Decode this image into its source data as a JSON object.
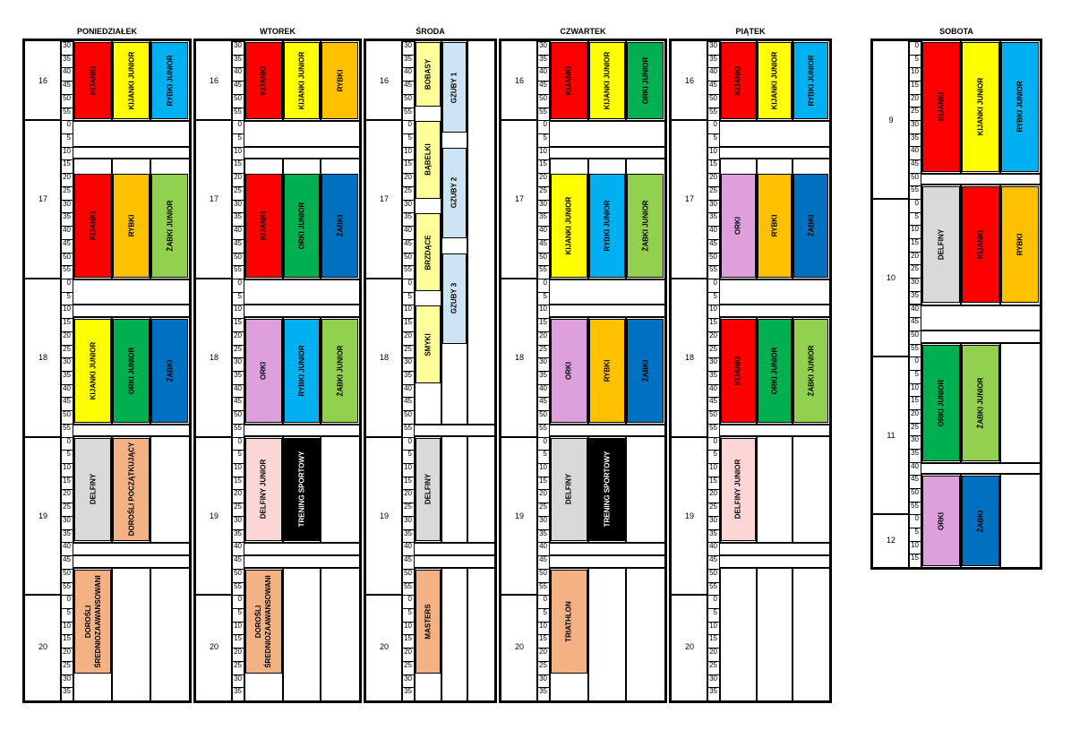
{
  "days": [
    {
      "name": "PONIEDZIAŁEK",
      "hours": [
        "16",
        "17",
        "18",
        "19",
        "20"
      ],
      "blocks": [
        {
          "col": 0,
          "s": 0,
          "e": 6,
          "label": "KIJANKI",
          "color": "#ff0000"
        },
        {
          "col": 1,
          "s": 0,
          "e": 6,
          "label": "KIJANKI JUNIOR",
          "color": "#ffff00"
        },
        {
          "col": 2,
          "s": 0,
          "e": 6,
          "label": "RYBKI JUNIOR",
          "color": "#00b0f0"
        },
        {
          "col": 0,
          "s": 10,
          "e": 18,
          "label": "KIJANKI",
          "color": "#ff0000"
        },
        {
          "col": 1,
          "s": 10,
          "e": 18,
          "label": "RYBKI",
          "color": "#ffc000"
        },
        {
          "col": 2,
          "s": 10,
          "e": 18,
          "label": "ŻABKI JUNIOR",
          "color": "#92d050"
        },
        {
          "col": 0,
          "s": 21,
          "e": 29,
          "label": "KIJANKI JUNIOR",
          "color": "#ffff00"
        },
        {
          "col": 1,
          "s": 21,
          "e": 29,
          "label": "ORKI JUNIOR",
          "color": "#00b050"
        },
        {
          "col": 2,
          "s": 21,
          "e": 29,
          "label": "ŻABKI",
          "color": "#0070c0"
        },
        {
          "col": 0,
          "s": 30,
          "e": 38,
          "label": "DELFINY",
          "color": "#d9d9d9"
        },
        {
          "col": 1,
          "s": 30,
          "e": 38,
          "label": "DOROŚLI POCZĄTKUJĄCY",
          "color": "#f4b183"
        },
        {
          "col": 0,
          "s": 40,
          "e": 48,
          "label": "DOROŚLI ŚREDNIOZAAWANSOWANI",
          "color": "#f4b183"
        }
      ],
      "separators": [
        {
          "s": 6,
          "e": 9,
          "line": true
        },
        {
          "s": 18,
          "e": 21,
          "line": true
        },
        {
          "s": 29,
          "e": 30,
          "line": false
        },
        {
          "s": 38,
          "e": 40,
          "line": true
        }
      ]
    },
    {
      "name": "WTOREK",
      "hours": [
        "16",
        "17",
        "18",
        "19",
        "20"
      ],
      "blocks": [
        {
          "col": 0,
          "s": 0,
          "e": 6,
          "label": "KIJANKI",
          "color": "#ff0000"
        },
        {
          "col": 1,
          "s": 0,
          "e": 6,
          "label": "KIJANKI JUNIOR",
          "color": "#ffff00"
        },
        {
          "col": 2,
          "s": 0,
          "e": 6,
          "label": "RYBKI",
          "color": "#ffc000"
        },
        {
          "col": 0,
          "s": 10,
          "e": 18,
          "label": "KIJANKI",
          "color": "#ff0000"
        },
        {
          "col": 1,
          "s": 10,
          "e": 18,
          "label": "ORKI JUNIOR",
          "color": "#00b050"
        },
        {
          "col": 2,
          "s": 10,
          "e": 18,
          "label": "ŻABKI",
          "color": "#0070c0"
        },
        {
          "col": 0,
          "s": 21,
          "e": 29,
          "label": "ORKI",
          "color": "#dda0dd"
        },
        {
          "col": 1,
          "s": 21,
          "e": 29,
          "label": "RYBKI JUNIOR",
          "color": "#00b0f0"
        },
        {
          "col": 2,
          "s": 21,
          "e": 29,
          "label": "ŻABKI JUNIOR",
          "color": "#92d050"
        },
        {
          "col": 0,
          "s": 30,
          "e": 38,
          "label": "DELFINY JUNIOR",
          "color": "#ffd6d6"
        },
        {
          "col": 1,
          "s": 30,
          "e": 38,
          "label": "TRENING SPORTOWY",
          "color": "#000000",
          "text": "#ffffff"
        },
        {
          "col": 0,
          "s": 40,
          "e": 48,
          "label": "DOROŚLI ŚREDNIOZAAWANSOWANI",
          "color": "#f4b183"
        }
      ],
      "separators": [
        {
          "s": 6,
          "e": 9,
          "line": true
        },
        {
          "s": 18,
          "e": 21,
          "line": true
        },
        {
          "s": 29,
          "e": 30,
          "line": false
        },
        {
          "s": 38,
          "e": 40,
          "line": true
        }
      ]
    },
    {
      "name": "ŚRODA",
      "hours": [
        "16",
        "17",
        "18",
        "19",
        "20"
      ],
      "blocks": [
        {
          "col": 0,
          "s": 0,
          "e": 5,
          "label": "BOBASY",
          "color": "#ffff99"
        },
        {
          "col": 0,
          "s": 6,
          "e": 12,
          "label": "BĄBELKI",
          "color": "#ffff99"
        },
        {
          "col": 0,
          "s": 13,
          "e": 19,
          "label": "BRZDĄCE",
          "color": "#ffff99"
        },
        {
          "col": 0,
          "s": 20,
          "e": 26,
          "label": "SMYKI",
          "color": "#ffff99"
        },
        {
          "col": 1,
          "s": 0,
          "e": 7,
          "label": "GZUBY 1",
          "color": "#cce5f6"
        },
        {
          "col": 1,
          "s": 8,
          "e": 15,
          "label": "GZUBY 2",
          "color": "#cce5f6"
        },
        {
          "col": 1,
          "s": 16,
          "e": 23,
          "label": "GZUBY 3",
          "color": "#cce5f6"
        },
        {
          "col": 0,
          "s": 30,
          "e": 38,
          "label": "DELFINY",
          "color": "#d9d9d9"
        },
        {
          "col": 0,
          "s": 40,
          "e": 48,
          "label": "MASTERS",
          "color": "#f4b183"
        }
      ],
      "separators": [
        {
          "s": 29,
          "e": 30,
          "line": false
        },
        {
          "s": 38,
          "e": 40,
          "line": true
        }
      ]
    },
    {
      "name": "CZWARTEK",
      "hours": [
        "16",
        "17",
        "18",
        "19",
        "20"
      ],
      "blocks": [
        {
          "col": 0,
          "s": 0,
          "e": 6,
          "label": "KIJANKI",
          "color": "#ff0000"
        },
        {
          "col": 1,
          "s": 0,
          "e": 6,
          "label": "KIJANKI JUNIOR",
          "color": "#ffff00"
        },
        {
          "col": 2,
          "s": 0,
          "e": 6,
          "label": "ORKI JUNIOR",
          "color": "#00b050"
        },
        {
          "col": 0,
          "s": 10,
          "e": 18,
          "label": "KIJANKI JUNIOR",
          "color": "#ffff00"
        },
        {
          "col": 1,
          "s": 10,
          "e": 18,
          "label": "RYBKI JUNIOR",
          "color": "#00b0f0"
        },
        {
          "col": 2,
          "s": 10,
          "e": 18,
          "label": "ŻABKI JUNIOR",
          "color": "#92d050"
        },
        {
          "col": 0,
          "s": 21,
          "e": 29,
          "label": "ORKI",
          "color": "#dda0dd"
        },
        {
          "col": 1,
          "s": 21,
          "e": 29,
          "label": "RYBKI",
          "color": "#ffc000"
        },
        {
          "col": 2,
          "s": 21,
          "e": 29,
          "label": "ŻABKI",
          "color": "#0070c0"
        },
        {
          "col": 0,
          "s": 30,
          "e": 38,
          "label": "DELFINY",
          "color": "#d9d9d9"
        },
        {
          "col": 1,
          "s": 30,
          "e": 38,
          "label": "TRENING SPORTOWY",
          "color": "#000000",
          "text": "#ffffff"
        },
        {
          "col": 0,
          "s": 40,
          "e": 48,
          "label": "TRIATHLON",
          "color": "#f4b183"
        }
      ],
      "separators": [
        {
          "s": 6,
          "e": 9,
          "line": true
        },
        {
          "s": 18,
          "e": 21,
          "line": true
        },
        {
          "s": 29,
          "e": 30,
          "line": false
        },
        {
          "s": 38,
          "e": 40,
          "line": true
        }
      ]
    },
    {
      "name": "PIĄTEK",
      "hours": [
        "16",
        "17",
        "18",
        "19",
        "20"
      ],
      "blocks": [
        {
          "col": 0,
          "s": 0,
          "e": 6,
          "label": "KIJANKI",
          "color": "#ff0000"
        },
        {
          "col": 1,
          "s": 0,
          "e": 6,
          "label": "KIJANKI JUNIOR",
          "color": "#ffff00"
        },
        {
          "col": 2,
          "s": 0,
          "e": 6,
          "label": "RYBKI JUNIOR",
          "color": "#00b0f0"
        },
        {
          "col": 0,
          "s": 10,
          "e": 18,
          "label": "ORKI",
          "color": "#dda0dd"
        },
        {
          "col": 1,
          "s": 10,
          "e": 18,
          "label": "RYBKI",
          "color": "#ffc000"
        },
        {
          "col": 2,
          "s": 10,
          "e": 18,
          "label": "ŻABKI",
          "color": "#0070c0"
        },
        {
          "col": 0,
          "s": 21,
          "e": 29,
          "label": "KIJANKI",
          "color": "#ff0000"
        },
        {
          "col": 1,
          "s": 21,
          "e": 29,
          "label": "ORKI JUNIOR",
          "color": "#00b050"
        },
        {
          "col": 2,
          "s": 21,
          "e": 29,
          "label": "ŻABKI JUNIOR",
          "color": "#92d050"
        },
        {
          "col": 0,
          "s": 30,
          "e": 38,
          "label": "DELFINY JUNIOR",
          "color": "#ffd6d6"
        }
      ],
      "separators": [
        {
          "s": 6,
          "e": 9,
          "line": true
        },
        {
          "s": 18,
          "e": 21,
          "line": true
        },
        {
          "s": 29,
          "e": 30,
          "line": false
        },
        {
          "s": 38,
          "e": 40,
          "line": true
        }
      ]
    }
  ],
  "weekday_minutes": [
    "30",
    "35",
    "40",
    "45",
    "50",
    "55",
    "0",
    "5",
    "10",
    "15",
    "20",
    "25",
    "30",
    "35",
    "40",
    "45",
    "50",
    "55",
    "0",
    "5",
    "10",
    "15",
    "20",
    "25",
    "30",
    "35",
    "40",
    "45",
    "50",
    "55",
    "0",
    "5",
    "10",
    "15",
    "20",
    "25",
    "30",
    "35",
    "40",
    "45",
    "50",
    "55",
    "0",
    "5",
    "10",
    "15",
    "20",
    "25",
    "30",
    "35"
  ],
  "saturday": {
    "name": "SOBOTA",
    "hours": [
      "9",
      "10",
      "11",
      "12"
    ],
    "minutes": [
      "0",
      "5",
      "10",
      "15",
      "20",
      "25",
      "30",
      "35",
      "40",
      "45",
      "50",
      "55",
      "0",
      "5",
      "10",
      "15",
      "20",
      "25",
      "30",
      "35",
      "40",
      "45",
      "50",
      "55",
      "0",
      "5",
      "10",
      "15",
      "20",
      "25",
      "30",
      "35",
      "40",
      "45",
      "50",
      "55",
      "0",
      "5",
      "10",
      "15"
    ],
    "blocks": [
      {
        "col": 0,
        "s": 0,
        "e": 10,
        "label": "KIJANKI",
        "color": "#ff0000"
      },
      {
        "col": 1,
        "s": 0,
        "e": 10,
        "label": "KIJANKI JUNIOR",
        "color": "#ffff00"
      },
      {
        "col": 2,
        "s": 0,
        "e": 10,
        "label": "RYBKI JUNIOR",
        "color": "#00b0f0"
      },
      {
        "col": 0,
        "s": 11,
        "e": 20,
        "label": "DELFINY",
        "color": "#d9d9d9"
      },
      {
        "col": 1,
        "s": 11,
        "e": 20,
        "label": "KIJANKI",
        "color": "#ff0000"
      },
      {
        "col": 2,
        "s": 11,
        "e": 20,
        "label": "RYBKI",
        "color": "#ffc000"
      },
      {
        "col": 0,
        "s": 23,
        "e": 32,
        "label": "ORKI JUNIOR",
        "color": "#00b050"
      },
      {
        "col": 1,
        "s": 23,
        "e": 32,
        "label": "ŻABKI JUNIOR",
        "color": "#92d050"
      },
      {
        "col": 0,
        "s": 33,
        "e": 40,
        "label": "ORKI",
        "color": "#dda0dd"
      },
      {
        "col": 1,
        "s": 33,
        "e": 40,
        "label": "ŻABKI",
        "color": "#0070c0"
      }
    ],
    "separators": [
      {
        "s": 10,
        "e": 11,
        "line": false
      },
      {
        "s": 20,
        "e": 23,
        "line": true
      },
      {
        "s": 32,
        "e": 33,
        "line": false
      }
    ]
  }
}
